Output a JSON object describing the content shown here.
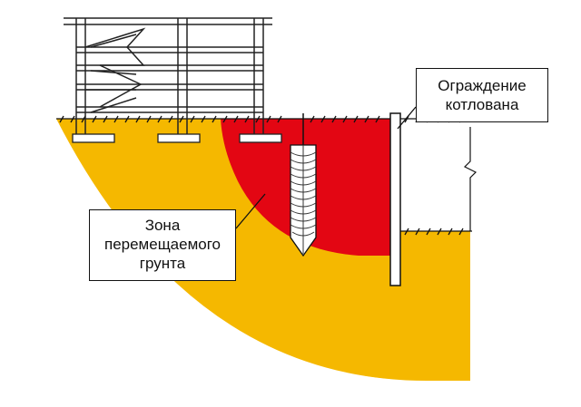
{
  "labels": {
    "zone": [
      "Зона",
      "перемещаемого",
      "грунта"
    ],
    "fence": [
      "Ограждение",
      "котлована"
    ]
  },
  "colors": {
    "soil": "#f5b800",
    "displaced_zone": "#e30613",
    "outline": "#111111",
    "background": "#ffffff",
    "structure": "#ffffff"
  },
  "icons": [
    "building-frame",
    "pile-auger",
    "retaining-wall",
    "break-mark"
  ]
}
